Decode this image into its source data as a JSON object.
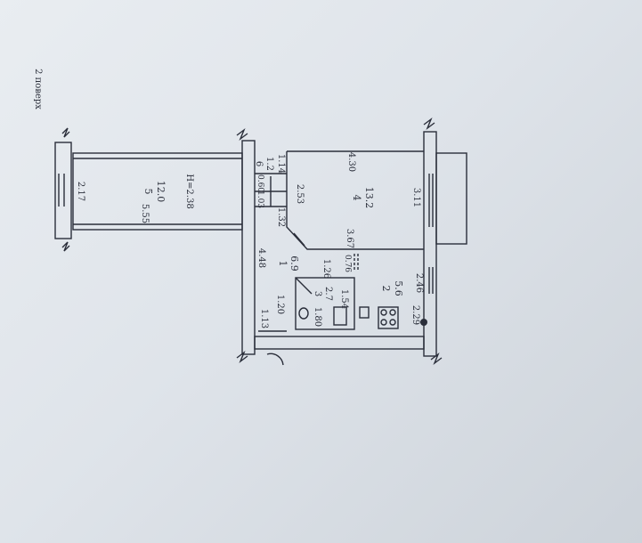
{
  "sheet": {
    "floor_note": "2 поверх"
  },
  "colors": {
    "ink": "#2a2e3a",
    "paper": "#e6eaee"
  },
  "rooms": [
    {
      "id": "balcony",
      "number": "5",
      "area": "12.0",
      "height": "H=2.38"
    },
    {
      "id": "room-4",
      "number": "4",
      "area": "13.2"
    },
    {
      "id": "hall",
      "number": "1",
      "area": "6.9"
    },
    {
      "id": "bathroom",
      "number": "3",
      "area": "2.7"
    },
    {
      "id": "kitchen",
      "number": "2",
      "area": "5.6"
    },
    {
      "id": "storage",
      "number": "6",
      "area": "1.2"
    }
  ],
  "dimensions": {
    "balcony_width": "2.17",
    "balcony_length": "5.55",
    "room4_top": "4.30",
    "room4_left": "2.53",
    "room4_right": "3.11",
    "room4_bottom": "3.67",
    "storage_side": "1.14",
    "storage_small_a": "0.60",
    "storage_small_b": "1.03",
    "hall_length": "4.48",
    "hall_short": "1.32",
    "bath_a": "1.26",
    "bath_b": "1.80",
    "bath_c": "1.54",
    "kitchen_gap": "0.76",
    "kitchen_side": "2.46",
    "kitchen_bottom": "2.29",
    "entry_a": "1.20",
    "entry_b": "1.13"
  }
}
